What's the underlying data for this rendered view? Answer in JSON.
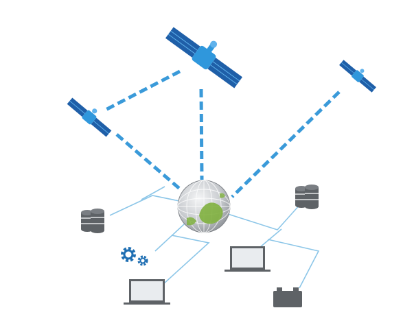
{
  "diagram": {
    "colors": {
      "satellite_body": "#2f97dc",
      "satellite_panel": "#1f5fa8",
      "dashed_link": "#3a9ad9",
      "network_line": "#8cc6e8",
      "device_gray": "#5e6266",
      "screen_fill": "#e9ecef",
      "gear": "#1f6fb3",
      "globe_land": "#7fb03e",
      "globe_sea": "#c9ccd0"
    },
    "nodes": [
      {
        "id": "satellite-top",
        "kind": "satellite",
        "icon": "satellite-icon"
      },
      {
        "id": "satellite-left",
        "kind": "satellite",
        "icon": "satellite-icon"
      },
      {
        "id": "satellite-right",
        "kind": "satellite",
        "icon": "satellite-icon"
      },
      {
        "id": "globe",
        "kind": "globe",
        "icon": "globe-icon"
      },
      {
        "id": "database-left",
        "kind": "database",
        "icon": "database-icon"
      },
      {
        "id": "database-right",
        "kind": "database",
        "icon": "database-icon"
      },
      {
        "id": "gears",
        "kind": "settings",
        "icon": "gears-icon"
      },
      {
        "id": "laptop-left",
        "kind": "laptop",
        "icon": "laptop-icon"
      },
      {
        "id": "laptop-right",
        "kind": "laptop",
        "icon": "laptop-icon"
      },
      {
        "id": "battery",
        "kind": "battery",
        "icon": "battery-icon"
      }
    ]
  }
}
